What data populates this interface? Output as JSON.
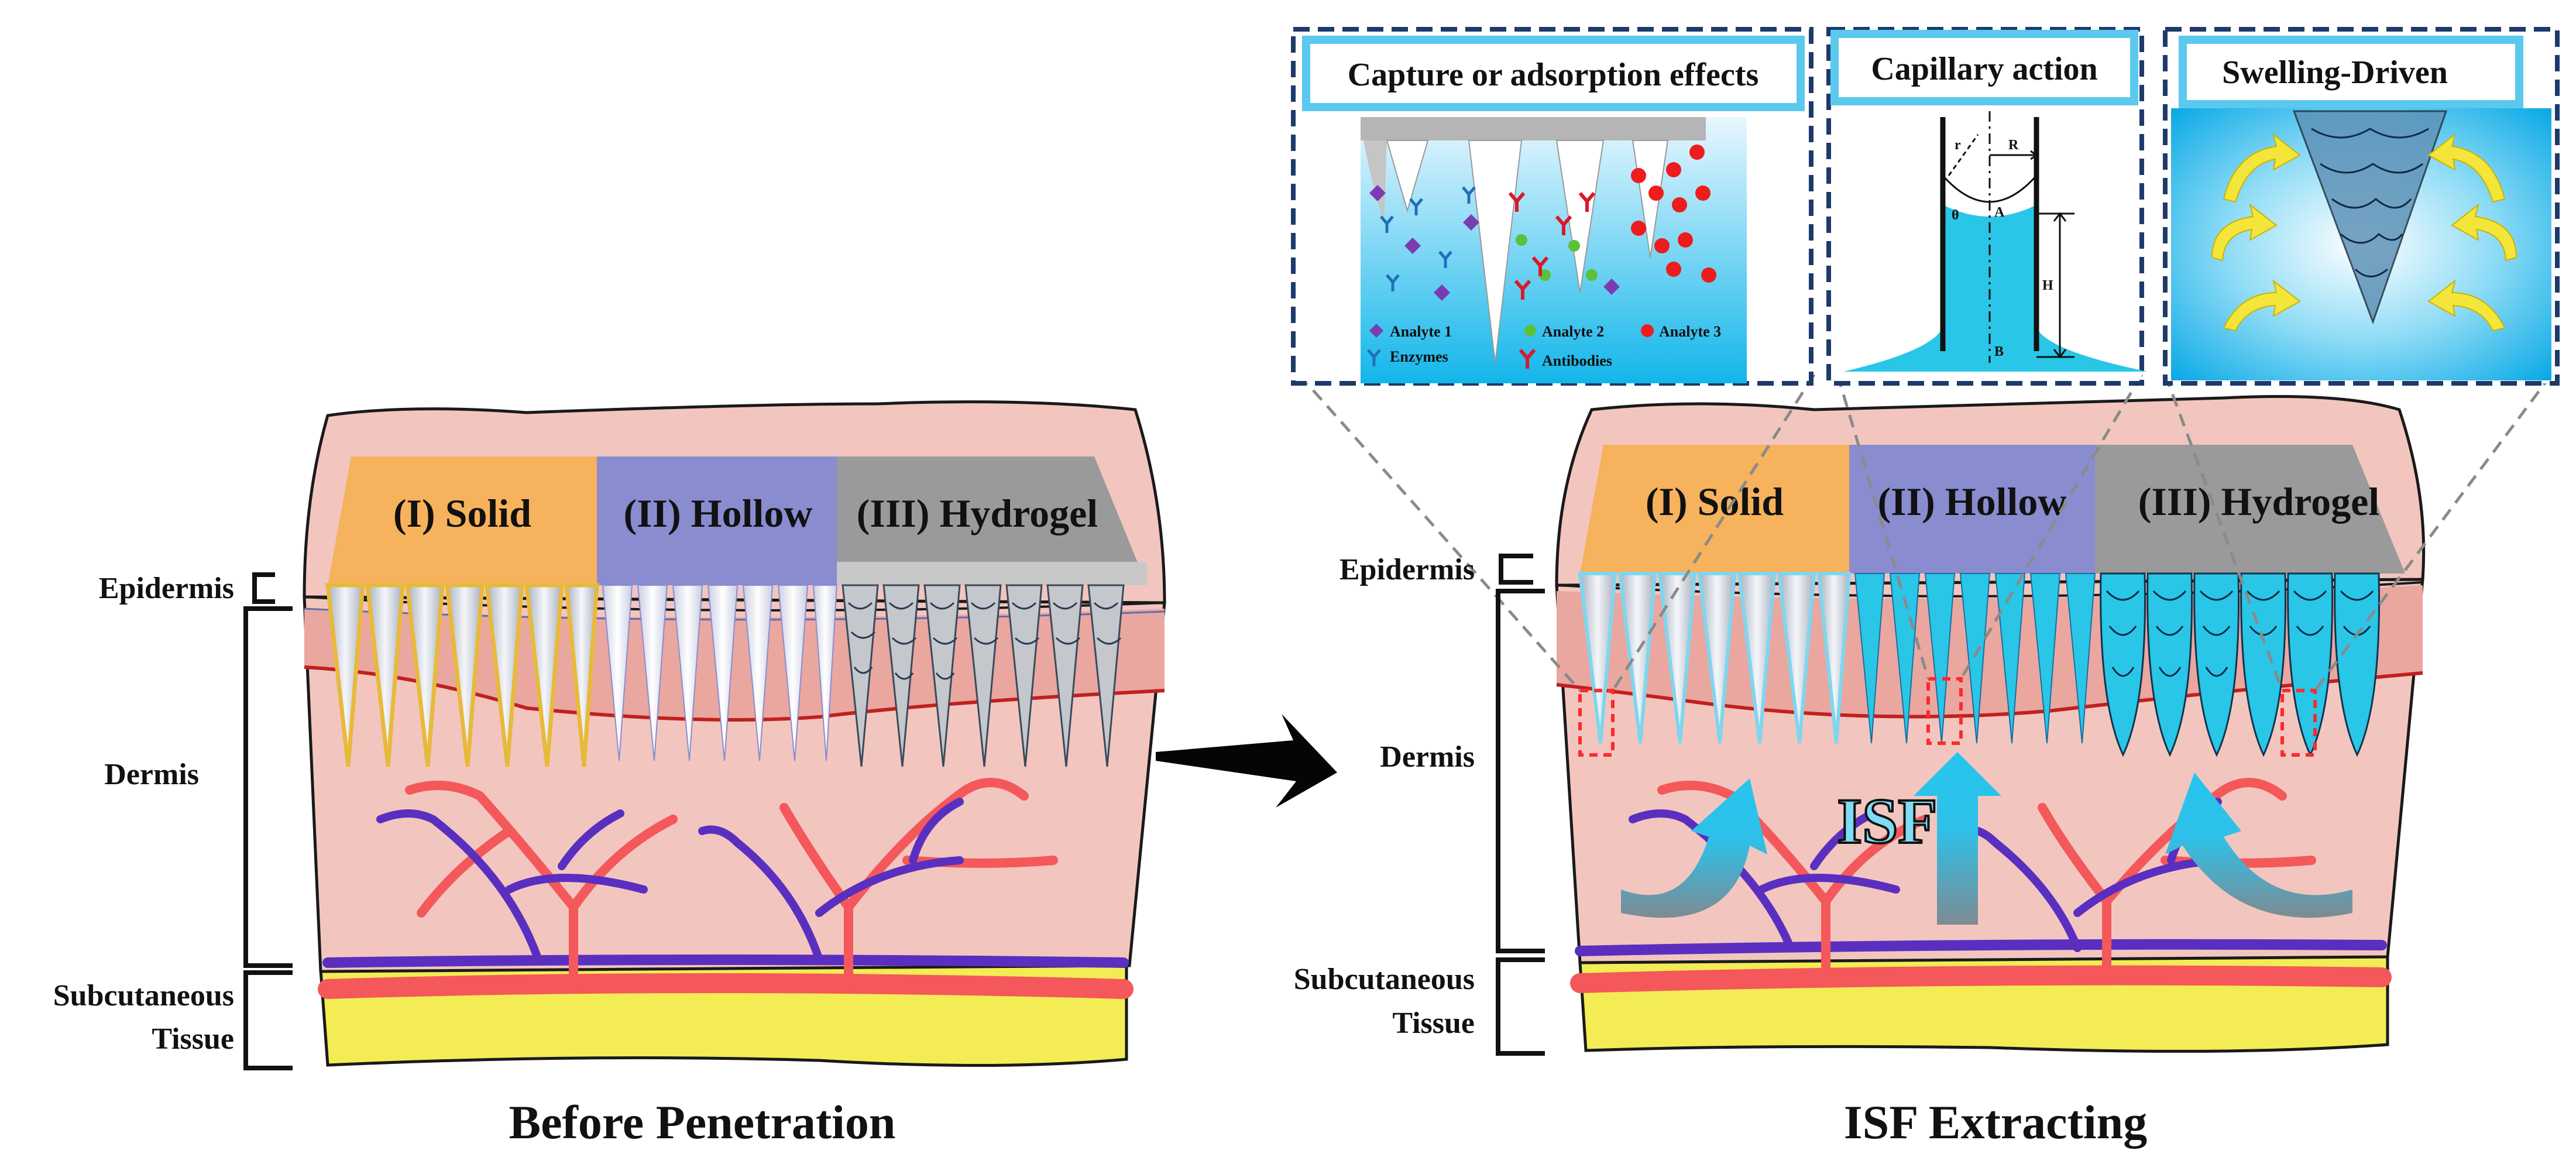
{
  "colors": {
    "skin": "#f2c6bf",
    "skin_edge": "#1a1a1a",
    "epidermis_band": "#e9a7a0",
    "fat": "#f3ec55",
    "artery": "#f4585a",
    "vein": "#5a2fc0",
    "solid": "#f6b25c",
    "solid_needle": "#e8b93a",
    "hollow": "#8a8cd0",
    "hydrogel": "#9a9a9a",
    "isf_fluid": "#29c6e8",
    "panel_border": "#1d3a6b",
    "panel_title_border": "#5bc8ee",
    "capture_zone": "#ff2a2a"
  },
  "left": {
    "caption": "Before Penetration",
    "layers": {
      "epidermis": "Epidermis",
      "dermis": "Dermis",
      "subcutaneous_1": "Subcutaneous",
      "subcutaneous_2": "Tissue"
    },
    "patches": {
      "solid": "(I) Solid",
      "hollow": "(II) Hollow",
      "hydrogel": "(III) Hydrogel"
    }
  },
  "right": {
    "caption": "ISF Extracting",
    "layers": {
      "epidermis": "Epidermis",
      "dermis": "Dermis",
      "subcutaneous_1": "Subcutaneous",
      "subcutaneous_2": "Tissue"
    },
    "patches": {
      "solid": "(I) Solid",
      "hollow": "(II) Hollow",
      "hydrogel": "(III) Hydrogel"
    },
    "isf_label": "ISF"
  },
  "panels": {
    "capture": {
      "title": "Capture or adsorption effects",
      "legend": {
        "analyte1": "Analyte 1",
        "analyte2": "Analyte 2",
        "analyte3": "Analyte 3",
        "enzymes": "Enzymes",
        "antibodies": "Antibodies"
      }
    },
    "capillary": {
      "title": "Capillary action",
      "labels": {
        "r": "r",
        "R": "R",
        "theta": "θ",
        "A": "A",
        "H": "H",
        "B": "B"
      }
    },
    "swelling": {
      "title": "Swelling-Driven"
    }
  }
}
